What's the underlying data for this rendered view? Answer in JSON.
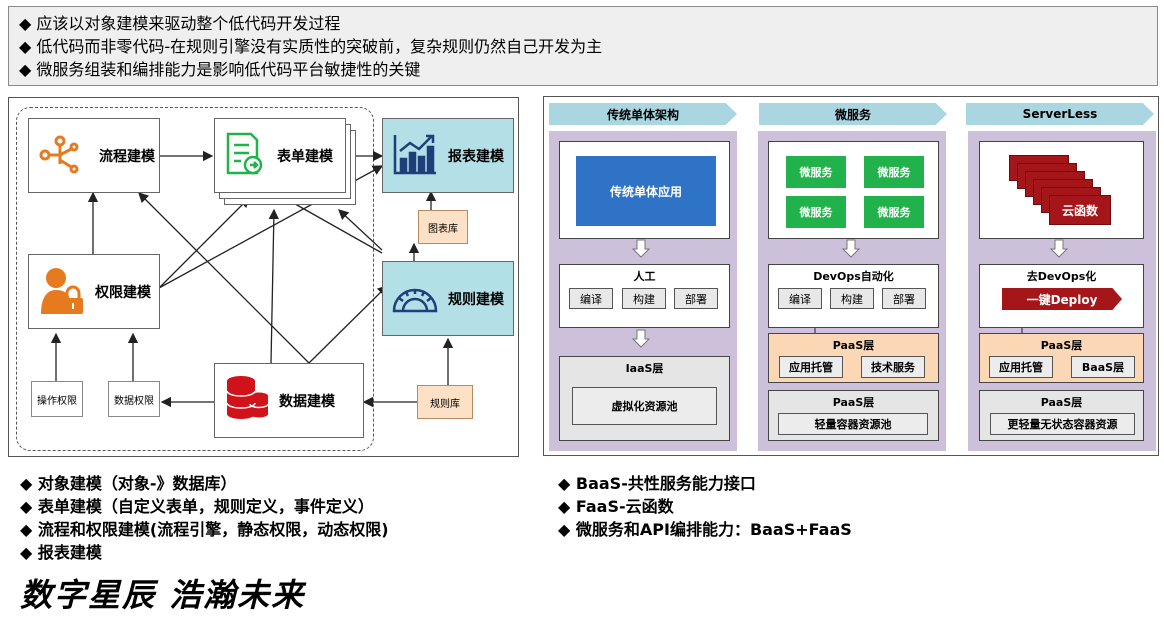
{
  "top_points": [
    "◆ 应该以对象建模来驱动整个低代码开发过程",
    "◆ 低代码而非零代码-在规则引擎没有实质性的突破前，复杂规则仍然自己开发为主",
    "◆ 微服务组装和编排能力是影响低代码平台敏捷性的关键"
  ],
  "left_diagram": {
    "process": "流程建模",
    "form": "表单建模",
    "report": "报表建模",
    "chart_lib": "图表库",
    "permission": "权限建模",
    "rule": "规则建模",
    "op_perm": "操作权限",
    "data_perm": "数据权限",
    "data_model": "数据建模",
    "rule_lib": "规则库"
  },
  "right_diagram": {
    "col1": {
      "header": "传统单体架构",
      "app": "传统单体应用",
      "manual": "人工",
      "steps": [
        "编译",
        "构建",
        "部署"
      ],
      "iaas": "IaaS层",
      "virt": "虚拟化资源池"
    },
    "col2": {
      "header": "微服务",
      "ms": [
        "微服务",
        "微服务",
        "微服务",
        "微服务"
      ],
      "devops": "DevOps自动化",
      "steps": [
        "编译",
        "构建",
        "部署"
      ],
      "paas1": "PaaS层",
      "hosting": "应用托管",
      "tech": "技术服务",
      "paas2": "PaaS层",
      "container": "轻量容器资源池"
    },
    "col3": {
      "header": "ServerLess",
      "func": "云函数",
      "nodevops": "去DevOps化",
      "deploy": "一键Deploy",
      "paas1": "PaaS层",
      "hosting": "应用托管",
      "baas": "BaaS层",
      "paas2": "PaaS层",
      "stateless": "更轻量无状态容器资源"
    }
  },
  "bullets_left": [
    "◆  对象建模（对象-》数据库）",
    "◆  表单建模（自定义表单，规则定义，事件定义）",
    "◆  流程和权限建模(流程引擎，静态权限，动态权限)",
    "◆  报表建模"
  ],
  "bullets_right": [
    "◆  BaaS-共性服务能力接口",
    "◆  FaaS-云函数",
    "◆  微服务和API编排能力：BaaS+FaaS"
  ],
  "slogan": "数字星辰 浩瀚未来",
  "colors": {
    "blue_node": "#b3dfe6",
    "orange_icon": "#e57a1f",
    "red_icon": "#d0121b",
    "chevron": "#a9d6e0",
    "column": "#ccc0da",
    "app_blue": "#2e73c6",
    "green": "#22b24c",
    "dark_red": "#a4161a"
  }
}
